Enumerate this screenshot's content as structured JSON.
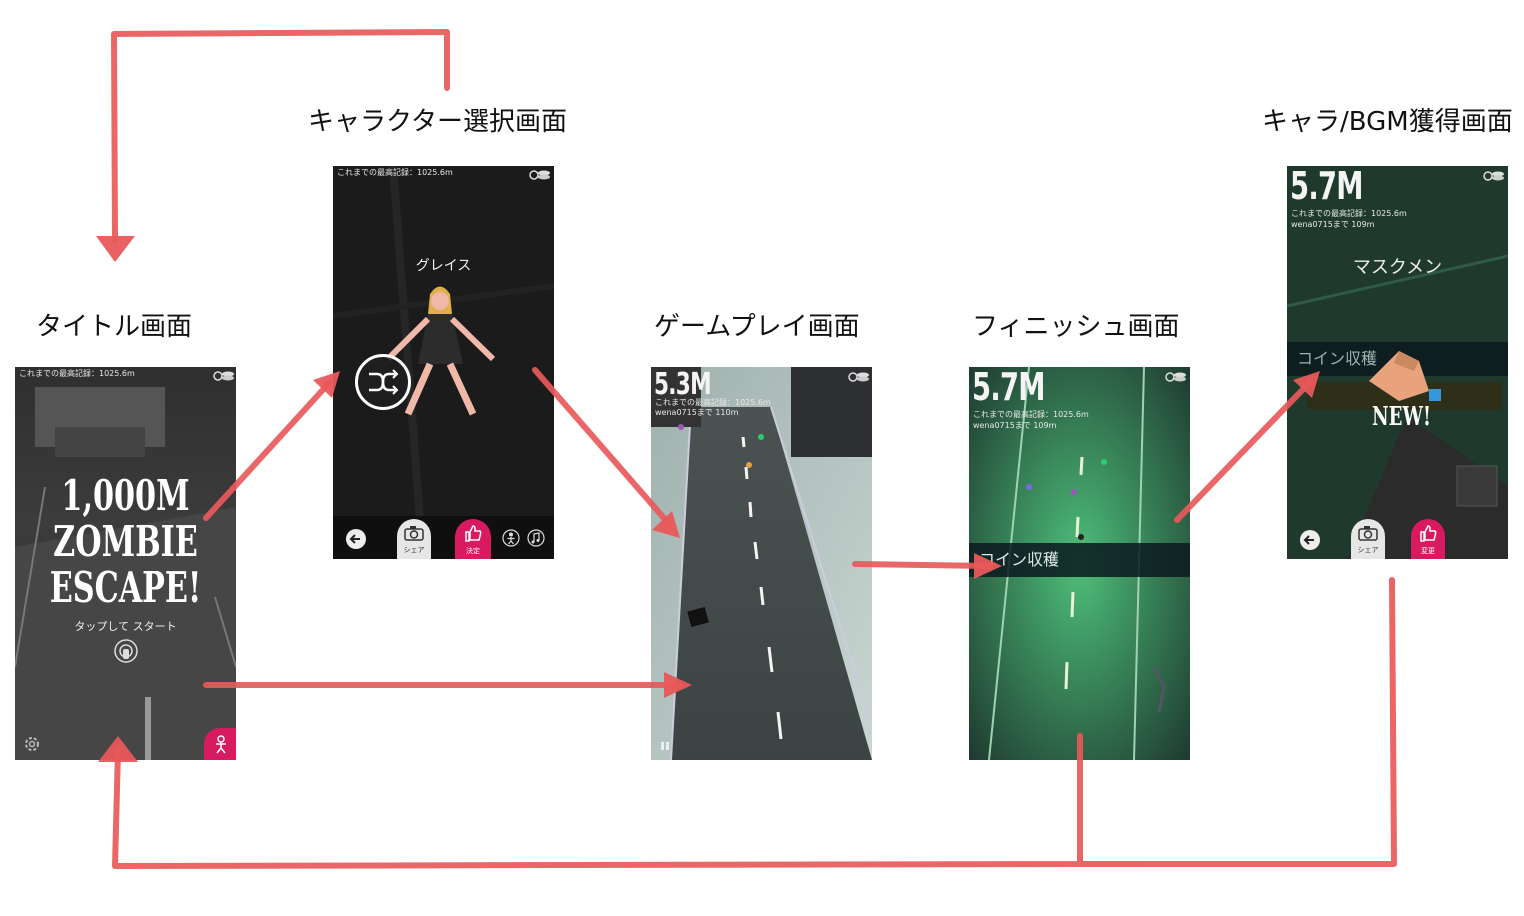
{
  "labels": {
    "title_screen": "タイトル画面",
    "character_select": "キャラクター選択画面",
    "gameplay": "ゲームプレイ画面",
    "finish": "フィニッシュ画面",
    "unlock": "キャラ/BGM獲得画面"
  },
  "common": {
    "best_record": "これまでの最高記録：1025.6m"
  },
  "title_screen": {
    "logo_line1": "1,000M",
    "logo_line2": "ZOMBIE",
    "logo_line3": "ESCAPE!",
    "tap_to_start": "タップして スタート"
  },
  "character_select": {
    "character_name": "グレイス",
    "share_label": "シェア",
    "decide_label": "決定"
  },
  "gameplay": {
    "distance": "5.3M",
    "rival_line": "wena0715まで 110m"
  },
  "finish": {
    "distance": "5.7M",
    "rival_line": "wena0715まで 109m",
    "coin_banner": "コイン収穫"
  },
  "unlock": {
    "distance": "5.7M",
    "rival_line": "wena0715まで 109m",
    "character_name": "マスクメン",
    "coin_banner": "コイン収穫",
    "new_badge": "NEW!",
    "share_label": "シェア",
    "change_label": "変更"
  },
  "colors": {
    "arrow": "#e8595a",
    "accent": "#d81b60",
    "road_dark": "#3a4444",
    "road_green": "#3fa36a"
  },
  "icons": [
    "settings-icon",
    "character-icon",
    "camera-icon",
    "thumbs-up-icon",
    "shuffle-icon",
    "back-arrow-icon",
    "music-icon",
    "coin-stack-icon",
    "tap-icon",
    "pause-icon"
  ]
}
